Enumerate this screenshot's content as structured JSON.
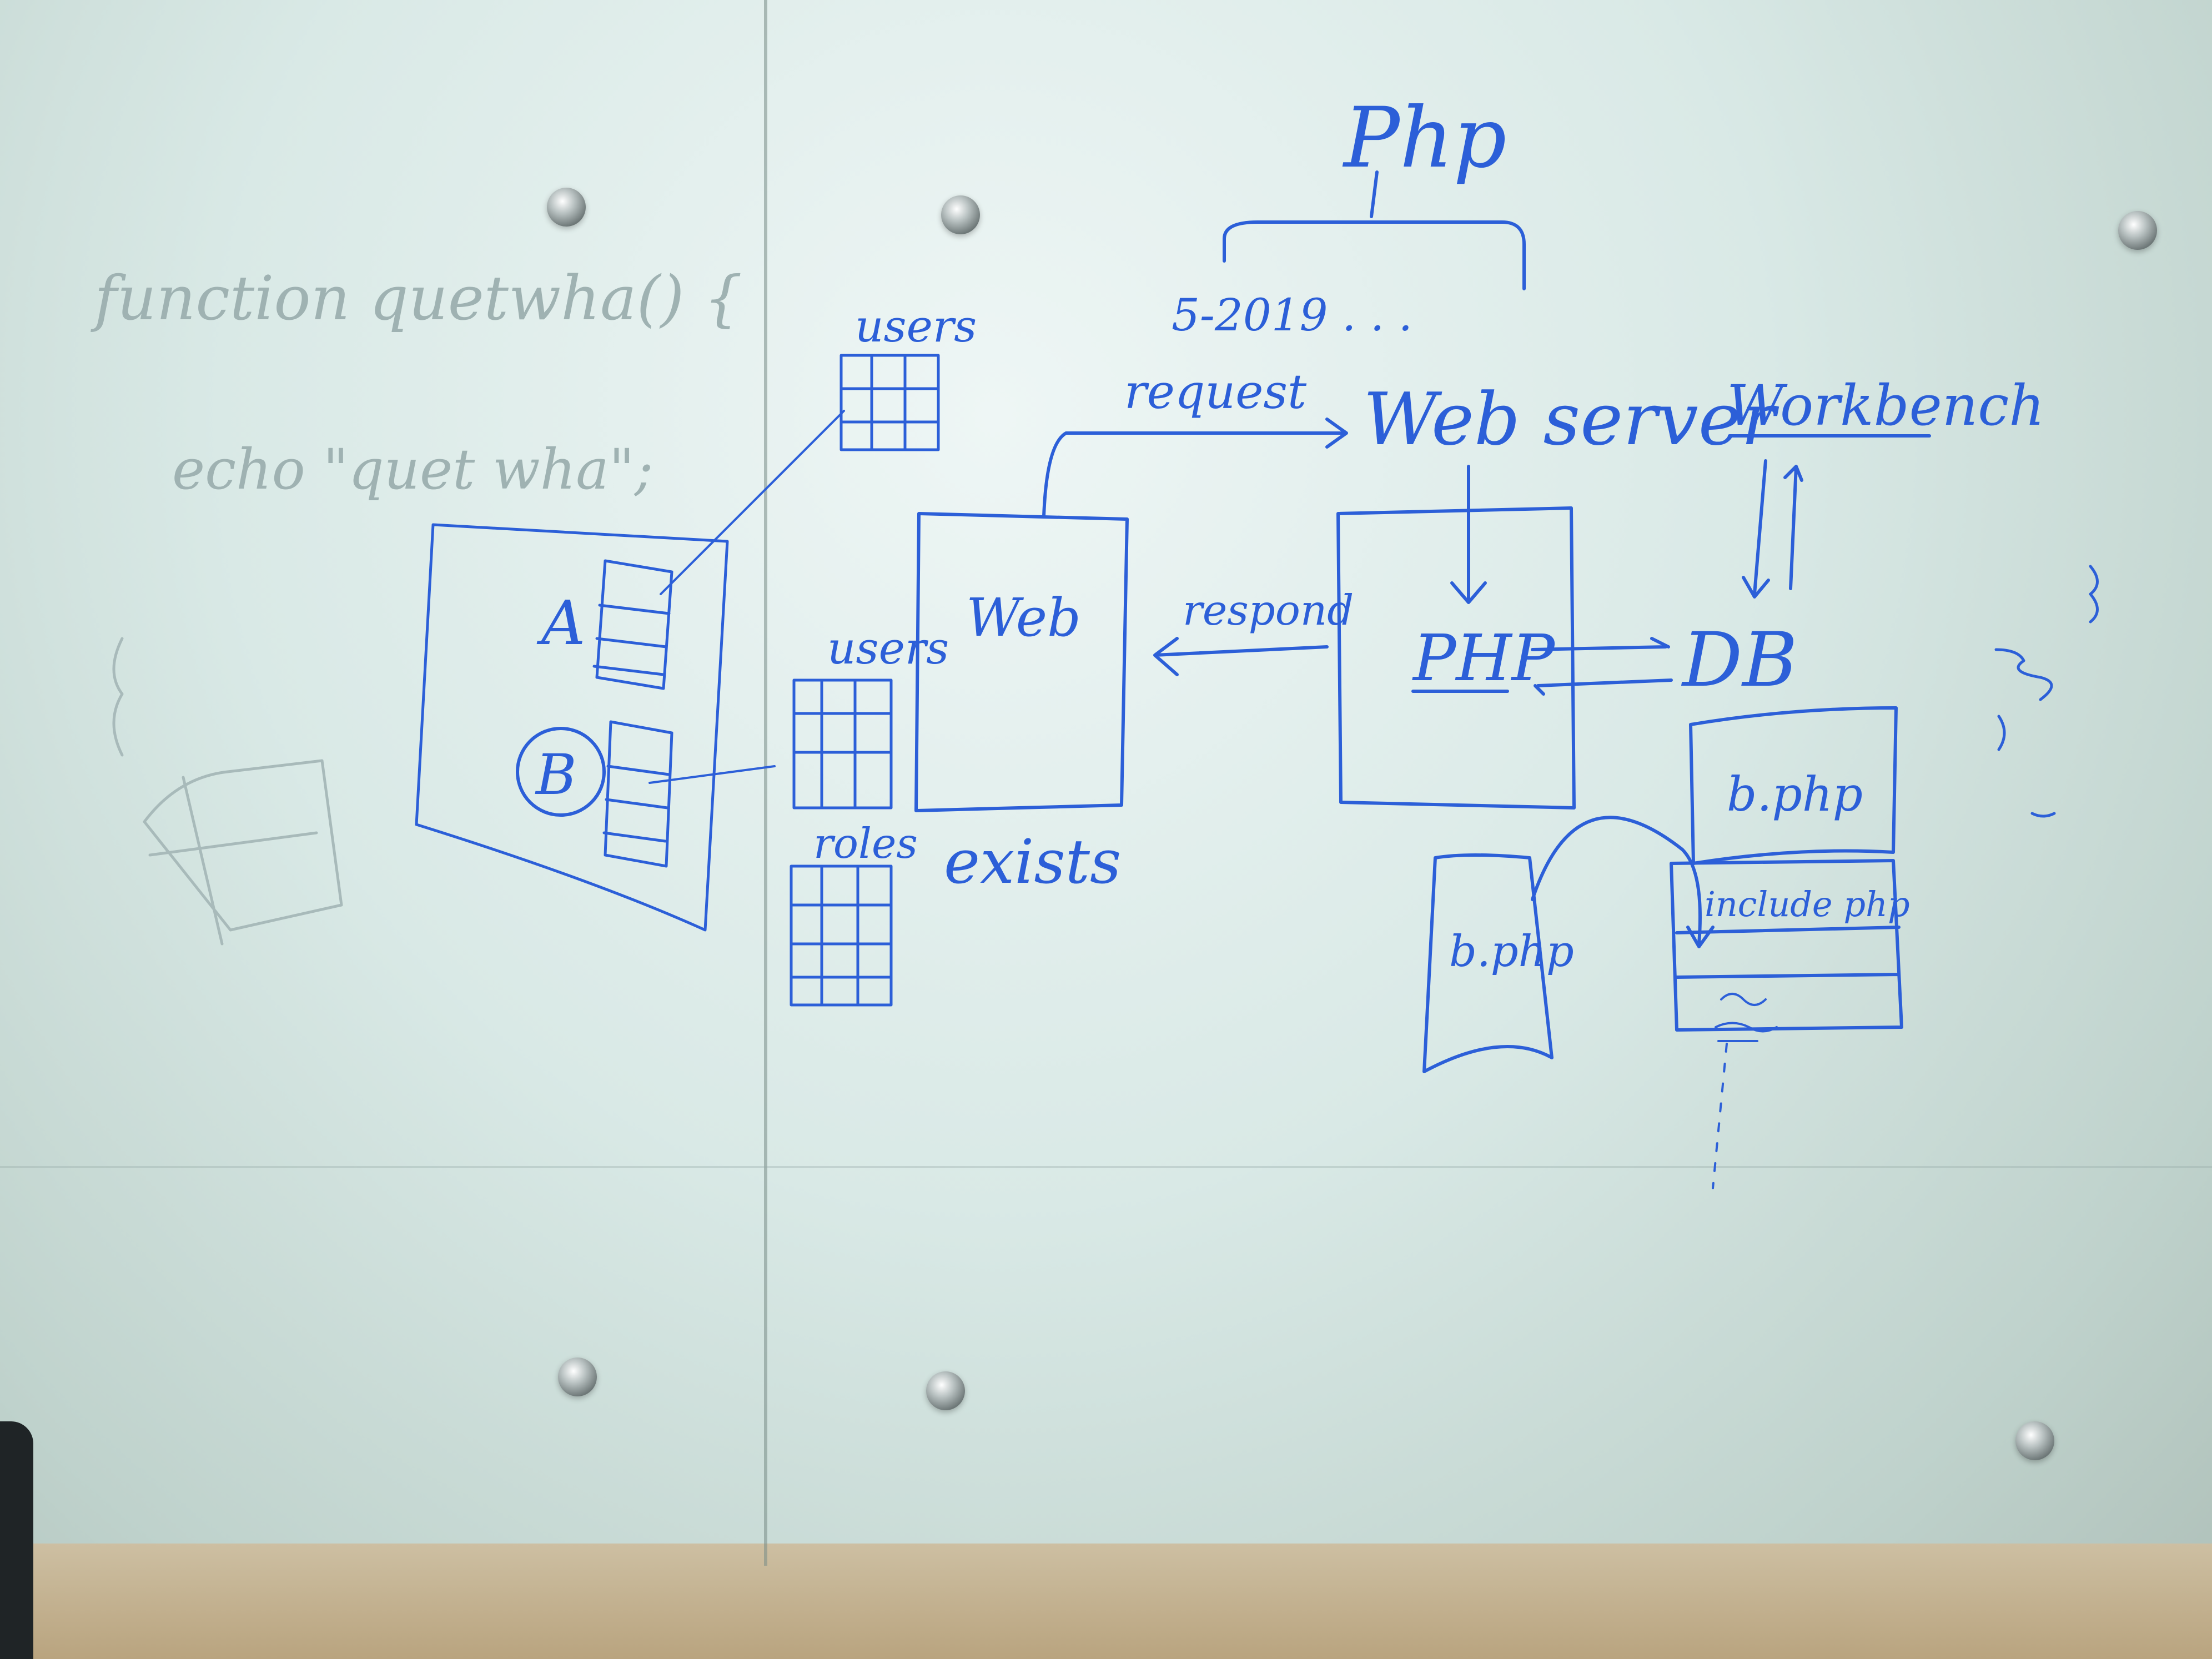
{
  "whiteboard": {
    "php_title": "Php",
    "version_label": "5-2019 . . .",
    "web_server_label": "Web server",
    "workbench_label": "Workbench",
    "request_label": "request",
    "respond_label": "respond",
    "web_box_label": "Web",
    "php_label": "PHP",
    "db_label": "DB",
    "exists_label": "exists",
    "users_label_top": "users",
    "users_label_mid": "users",
    "roles_label": "roles",
    "b_php_label_right": "b.php",
    "b_php_label_left": "b.php",
    "include_php_label": "include php",
    "a_label": "A",
    "b_label": "B"
  },
  "faint_text": {
    "function_line": "function quetwha() {",
    "echo_line": "echo \"quet wha\";"
  },
  "colors": {
    "marker_blue": "#2c5fd8",
    "board": "#e3efed",
    "faint_ink": "#9fb2b2"
  }
}
